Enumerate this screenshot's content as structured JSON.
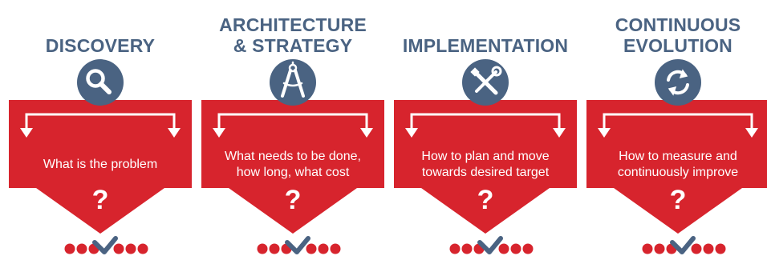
{
  "steps": [
    {
      "title_lines": [
        "DISCOVERY"
      ],
      "icon": "search-icon",
      "desc_lines": [
        "What is the problem"
      ],
      "question": "?"
    },
    {
      "title_lines": [
        "ARCHITECTURE",
        "& STRATEGY"
      ],
      "icon": "compass-icon",
      "desc_lines": [
        "What needs to be done,",
        "how long, what cost"
      ],
      "question": "?"
    },
    {
      "title_lines": [
        "IMPLEMENTATION"
      ],
      "icon": "tools-icon",
      "desc_lines": [
        "How to plan and move",
        "towards desired target"
      ],
      "question": "?"
    },
    {
      "title_lines": [
        "CONTINUOUS",
        "EVOLUTION"
      ],
      "icon": "refresh-icon",
      "desc_lines": [
        "How to measure and",
        "continuously improve"
      ],
      "question": "?"
    }
  ],
  "colors": {
    "title": "#4a6382",
    "icon_circle": "#4a6382",
    "panel": "#d7242d",
    "dots": "#d7242d",
    "check": "#4a6382",
    "text": "#ffffff"
  }
}
